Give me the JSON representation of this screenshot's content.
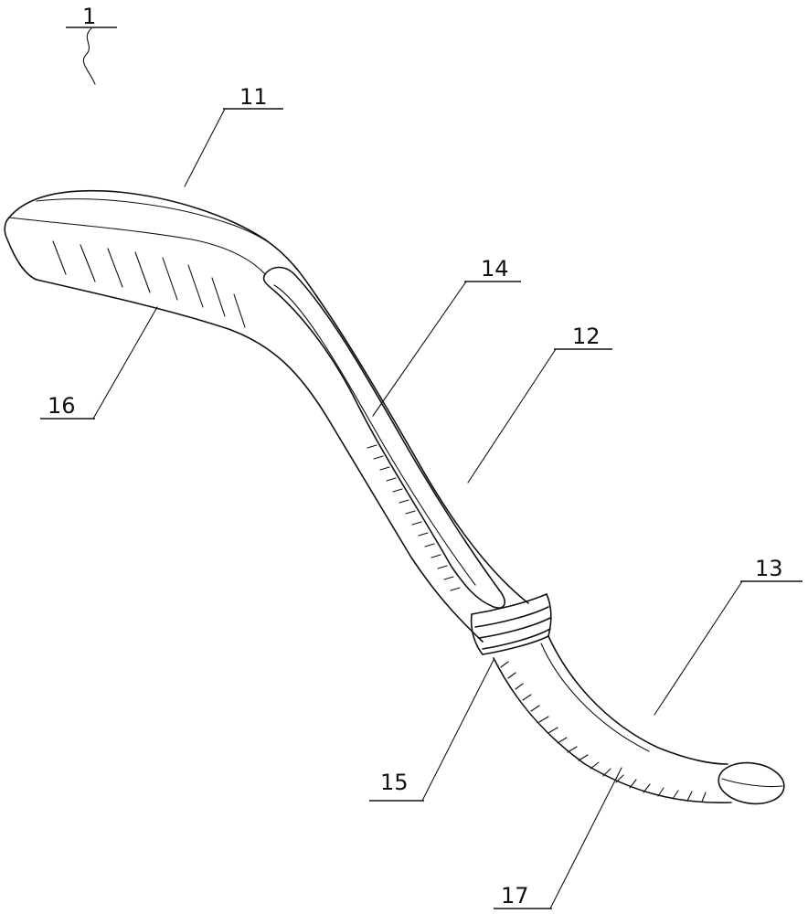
{
  "figure": {
    "labels": {
      "assembly": "1",
      "head": "11",
      "shank": "12",
      "tip": "13",
      "groove": "14",
      "collar": "15",
      "head_ribs": "16",
      "tip_ribs": "17"
    }
  }
}
